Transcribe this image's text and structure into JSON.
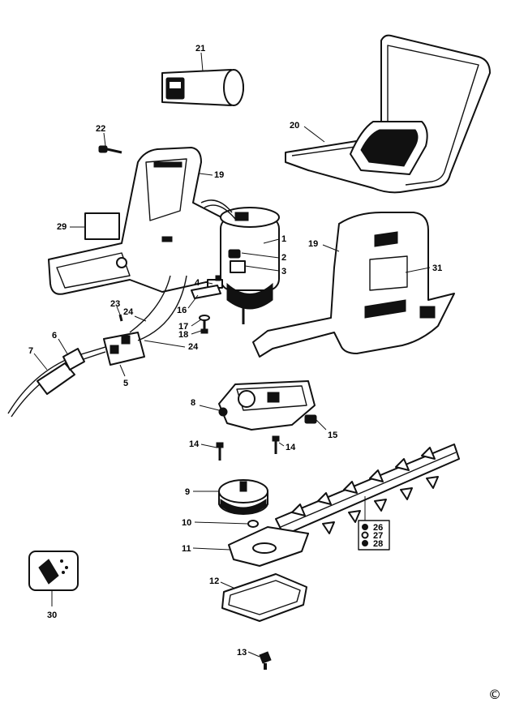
{
  "labels": {
    "p1": "1",
    "p2": "2",
    "p3": "3",
    "p4": "4",
    "p5": "5",
    "p6": "6",
    "p7": "7",
    "p8": "8",
    "p9": "9",
    "p10": "10",
    "p11": "11",
    "p12": "12",
    "p13": "13",
    "p14a": "14",
    "p14b": "14",
    "p15": "15",
    "p16": "16",
    "p17": "17",
    "p18": "18",
    "p19a": "19",
    "p19b": "19",
    "p20": "20",
    "p21": "21",
    "p22": "22",
    "p23": "23",
    "p24a": "24",
    "p24b": "24",
    "p26": "26",
    "p27": "27",
    "p28": "28",
    "p29": "29",
    "p30": "30",
    "p31": "31"
  },
  "copyright": "©"
}
